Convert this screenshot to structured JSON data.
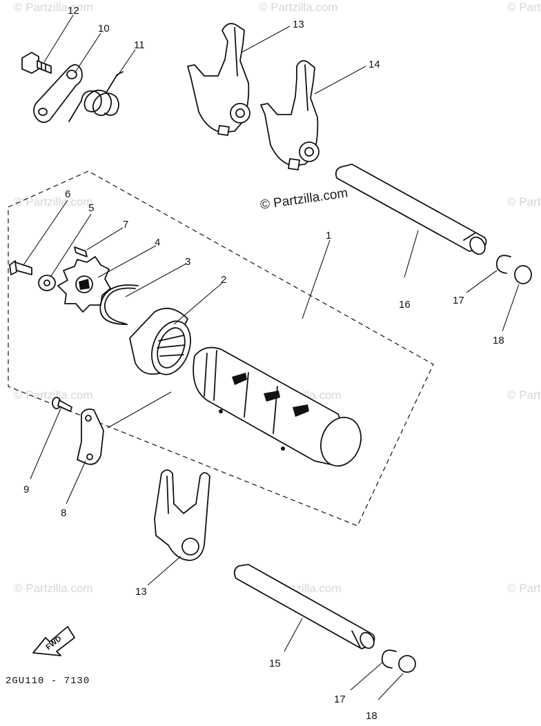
{
  "watermark": {
    "main": "© Partzilla.com",
    "repeat": "© Partzilla.com"
  },
  "callouts": {
    "c1": "1",
    "c2": "2",
    "c3": "3",
    "c4": "4",
    "c5": "5",
    "c6": "6",
    "c7": "7",
    "c8": "8",
    "c9": "9",
    "c10": "10",
    "c11": "11",
    "c12": "12",
    "c13_top": "13",
    "c13_bottom": "13",
    "c14": "14",
    "c15": "15",
    "c16": "16",
    "c17_top": "17",
    "c17_bottom": "17",
    "c18_top": "18",
    "c18_bottom": "18"
  },
  "fwd_label": "FWD",
  "diagram_code": "2GU110 - 7130",
  "colors": {
    "line": "#111111",
    "watermark": "#d6d6d6",
    "background": "#ffffff"
  }
}
